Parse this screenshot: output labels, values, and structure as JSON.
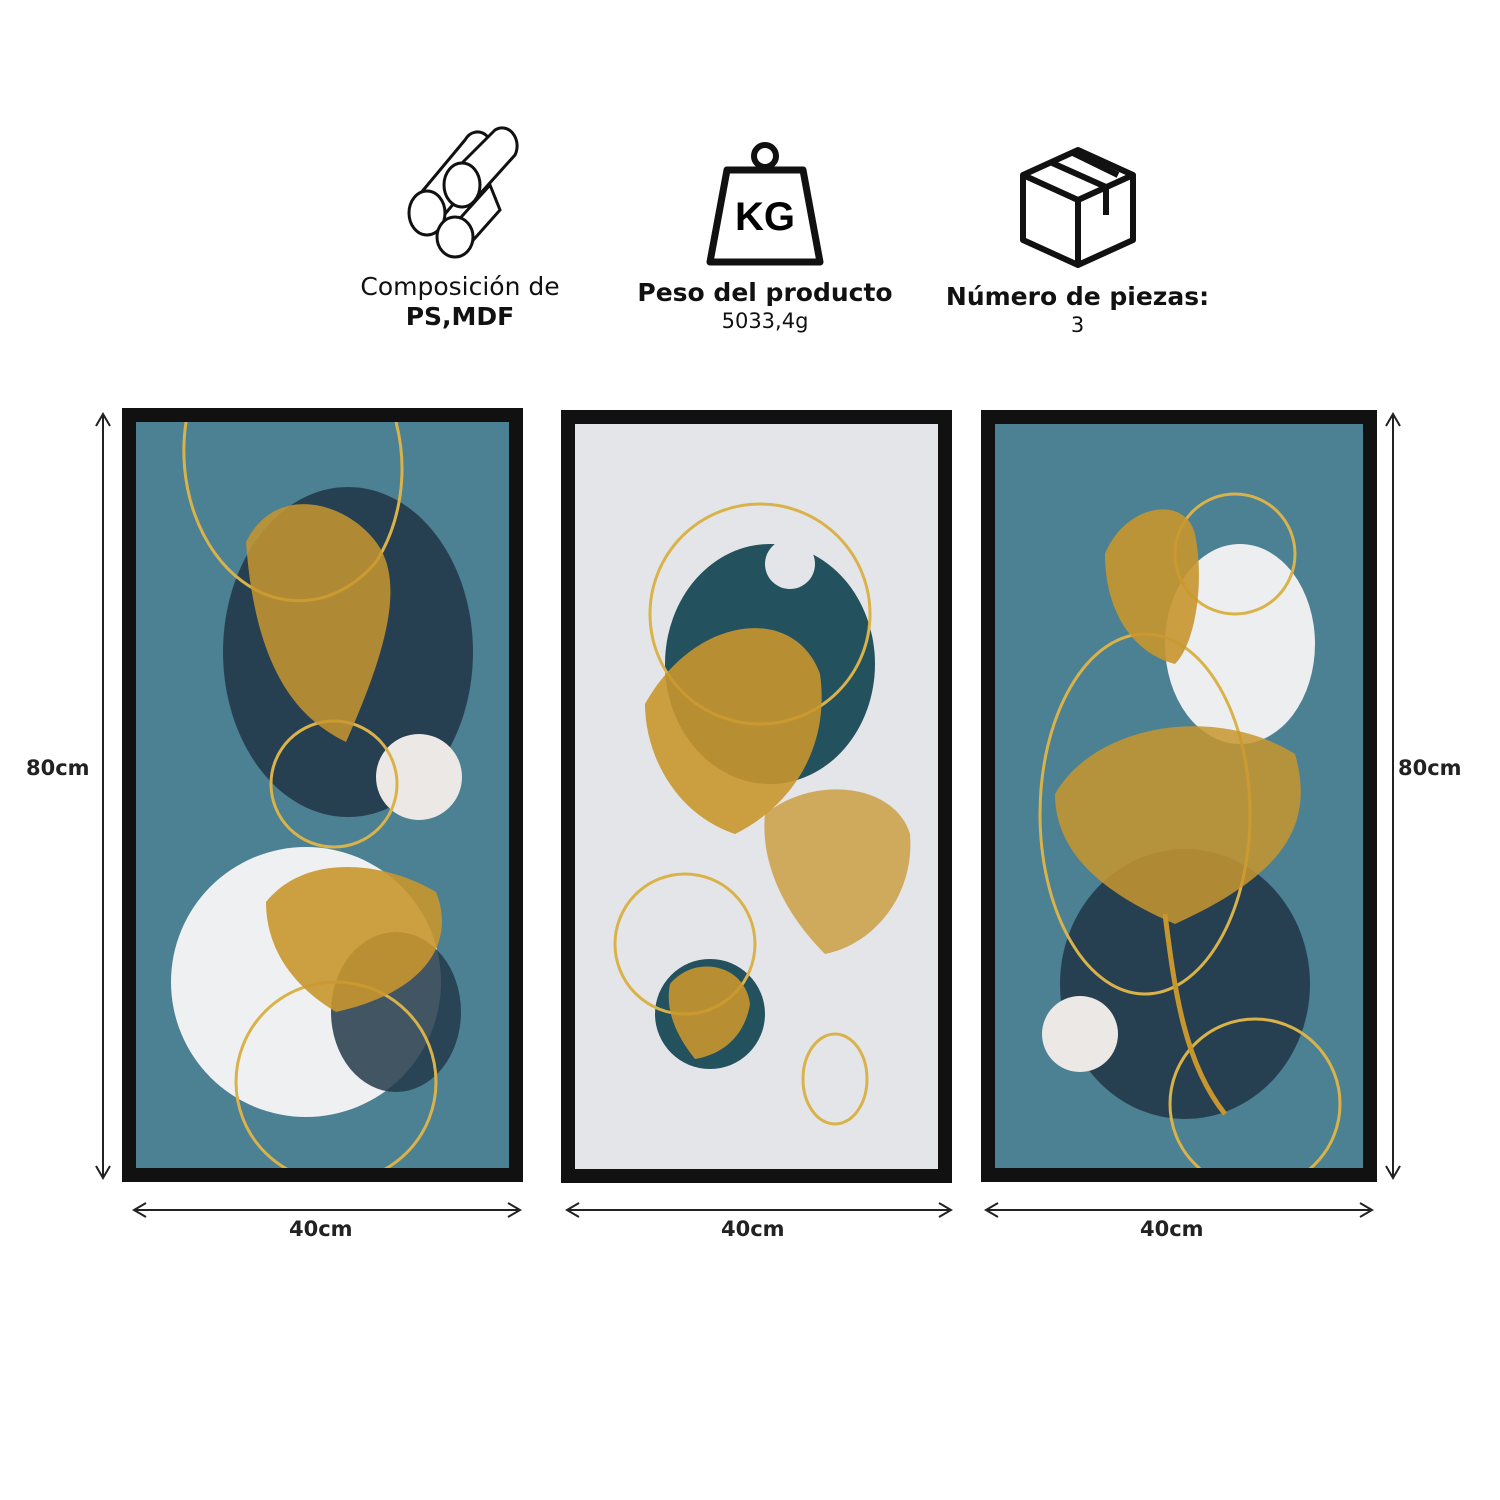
{
  "specs": {
    "composition": {
      "icon": "tubes-icon",
      "label": "Composición de",
      "value": "PS,MDF"
    },
    "weight": {
      "icon": "kg-weight-icon",
      "icon_text": "KG",
      "label": "Peso del producto",
      "value": "5033,4g"
    },
    "pieces": {
      "icon": "box-icon",
      "label": "Número de piezas:",
      "value": "3"
    }
  },
  "dimensions": {
    "height": "80cm",
    "width_left": "40cm",
    "width_middle": "40cm",
    "width_right": "40cm",
    "height_right": "80cm"
  },
  "colors": {
    "teal": "#4b8193",
    "light": "#e4e5e8",
    "gold": "#c8962e",
    "dark": "#23394a",
    "frame": "#111111"
  }
}
